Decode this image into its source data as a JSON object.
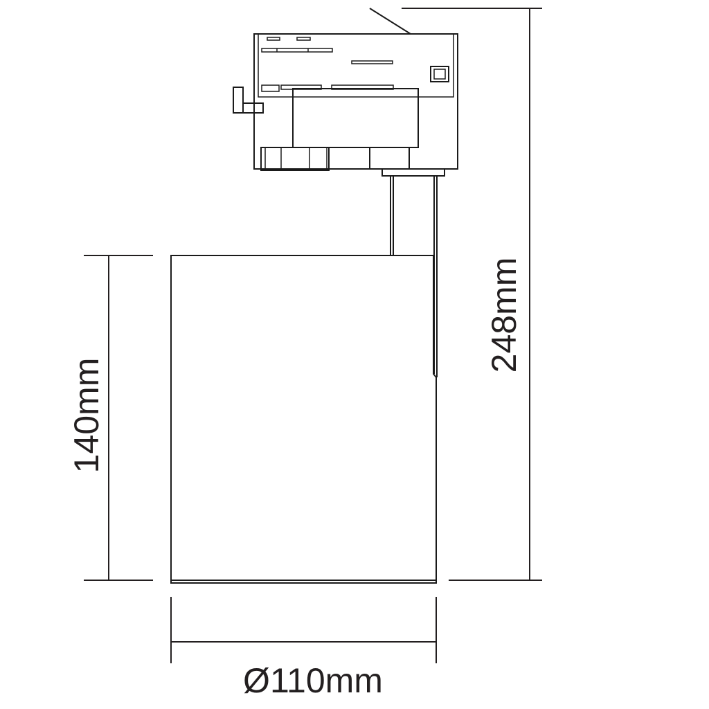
{
  "dimensions": {
    "height_label": "140mm",
    "total_height_label": "248mm",
    "diameter_label": "Ø110mm"
  },
  "colors": {
    "line": "#1a1a1a"
  }
}
